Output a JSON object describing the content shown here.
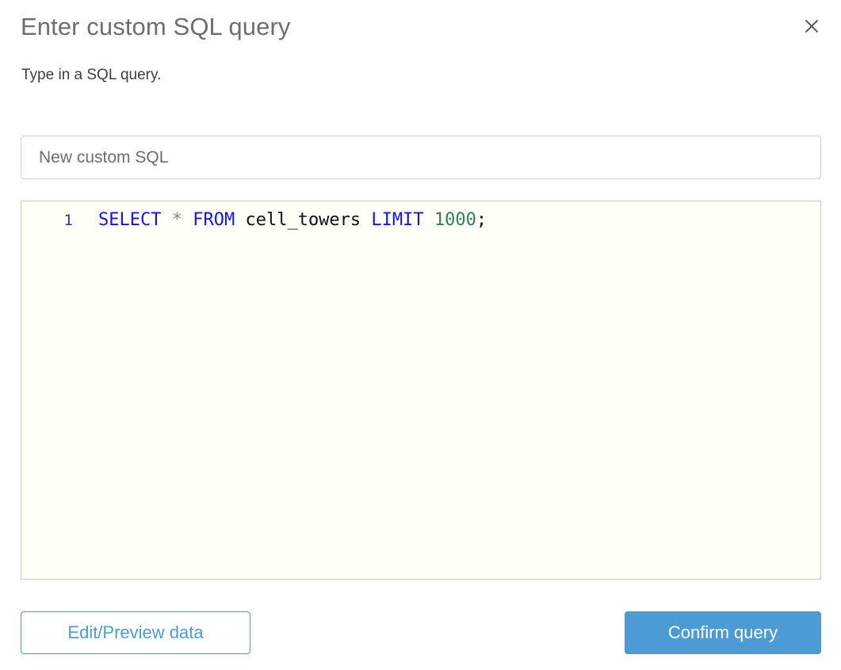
{
  "dialog": {
    "title": "Enter custom SQL query",
    "subtitle": "Type in a SQL query.",
    "close_icon": "close-icon"
  },
  "name_field": {
    "value": "New custom SQL",
    "placeholder": "New custom SQL"
  },
  "editor": {
    "line_number": "1",
    "full_text": "SELECT * FROM cell_towers LIMIT 1000;",
    "tokens": {
      "select": "SELECT",
      "star": "*",
      "from": "FROM",
      "table": "cell_towers",
      "limit": "LIMIT",
      "number": "1000",
      "semicolon": ";",
      "sp1": " ",
      "sp2": " ",
      "sp3": " ",
      "sp4": " ",
      "sp5": " "
    }
  },
  "footer": {
    "secondary_label": "Edit/Preview data",
    "primary_label": "Confirm query"
  },
  "colors": {
    "accent_blue": "#4d9bd4",
    "keyword_blue": "#1414e6",
    "number_green": "#2c8257",
    "gutter_navy": "#2d3a6b",
    "title_gray": "#6e6e6e",
    "editor_bg": "#fffff7",
    "border_gray": "#cfcfcf"
  }
}
